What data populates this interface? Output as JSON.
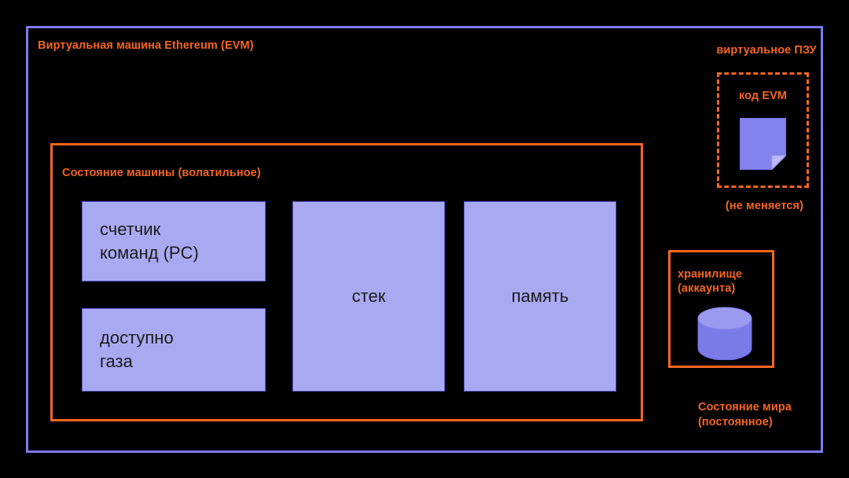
{
  "diagram": {
    "title": "Виртуальная машина Ethereum (EVM)",
    "machine_state": {
      "title": "Состояние машины (волатильное)",
      "components": [
        {
          "id": "program-counter",
          "label": "счетчик\nкоманд (PC)"
        },
        {
          "id": "gas-available",
          "label": "доступно\nгаза"
        },
        {
          "id": "stack",
          "label": "стек"
        },
        {
          "id": "memory",
          "label": "память"
        }
      ]
    },
    "virtual_rom": {
      "title": "виртуальное ПЗУ",
      "code_label": "код EVM",
      "note": "(не меняется)",
      "icon": "document-icon"
    },
    "world_state": {
      "storage_title": "хранилище\n(аккаунта)",
      "storage_icon": "database-cylinder-icon",
      "note": "Состояние мира\n(постоянное)"
    }
  },
  "colors": {
    "background": "#000000",
    "frame_blue": "#7b7bf0",
    "accent_orange": "#f4661e",
    "box_fill": "#a9a9f2",
    "box_border": "#5c5ccd",
    "cylinder_body": "#7b7be8",
    "cylinder_top": "#9a9aee",
    "text_dark": "#1a1a1a"
  }
}
